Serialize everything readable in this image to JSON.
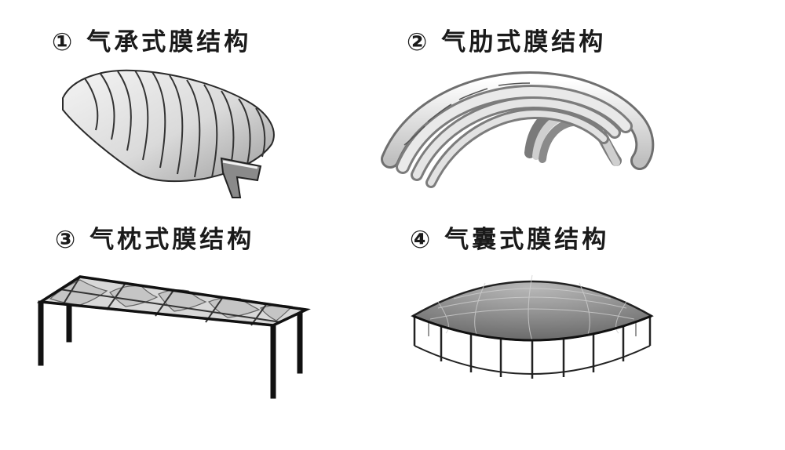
{
  "panels": [
    {
      "number": "①",
      "title": "气承式膜结构",
      "illustration": "air-supported-membrane-icon"
    },
    {
      "number": "②",
      "title": "气肋式膜结构",
      "illustration": "air-rib-membrane-icon"
    },
    {
      "number": "③",
      "title": "气枕式膜结构",
      "illustration": "air-cushion-membrane-icon"
    },
    {
      "number": "④",
      "title": "气囊式膜结构",
      "illustration": "air-bag-membrane-icon"
    }
  ]
}
